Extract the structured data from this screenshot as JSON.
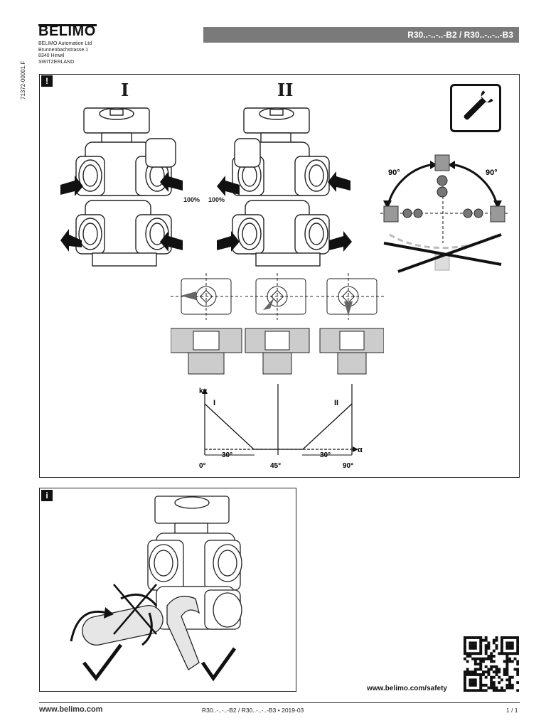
{
  "header": {
    "logo": "BELIMO",
    "company": "BELIMO Automation Ltd",
    "street": "Brunnenbachstrasse 1",
    "city": "8340 Hinwil",
    "country": "SWITZERLAND",
    "title": "R30..-..-..-B2 / R30..-..-..-B3",
    "doc_id": "71372-00001.F"
  },
  "section_warning": {
    "flag": "!",
    "valve_labels": [
      "I",
      "II"
    ],
    "flow_percent_left": "100%",
    "flow_percent_right": "100%",
    "rotation_left": "90°",
    "rotation_right": "90°",
    "icon": "wrench-icon"
  },
  "chart_data": {
    "type": "line",
    "ylabel": "kv",
    "xlabel": "α",
    "series": [
      {
        "name": "I",
        "x": [
          0,
          0,
          30,
          45
        ],
        "y": [
          1,
          1,
          0,
          0
        ]
      },
      {
        "name": "II",
        "x": [
          45,
          60,
          90,
          90
        ],
        "y": [
          0,
          0,
          1,
          1
        ]
      }
    ],
    "xticks": [
      "0°",
      "45°",
      "90°"
    ],
    "annotations": [
      "30°",
      "30°"
    ]
  },
  "section_info": {
    "flag": "i"
  },
  "qr": {
    "url": "www.belimo.com/safety"
  },
  "footer": {
    "left": "www.belimo.com",
    "center": "R30..-..-..-B2 / R30..-..-..-B3 • 2019-03",
    "right": "1 / 1"
  }
}
